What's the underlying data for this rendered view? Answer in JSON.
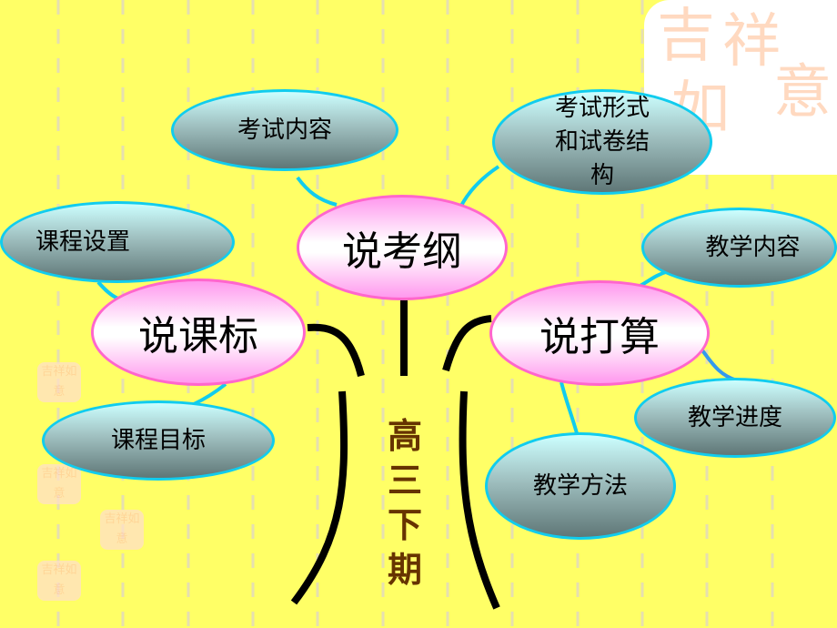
{
  "diagram": {
    "center": {
      "label_chars": [
        "高",
        "三",
        "下",
        "期"
      ],
      "color": "#663300"
    },
    "main_nodes": [
      {
        "id": "kaogang",
        "label": "说考纲"
      },
      {
        "id": "kebiao",
        "label": "说课标"
      },
      {
        "id": "dasuan",
        "label": "说打算"
      }
    ],
    "sub_nodes": [
      {
        "parent": "kaogang",
        "label": "考试内容"
      },
      {
        "parent": "kaogang",
        "label": "考试形式和试卷结构",
        "lines": [
          "考试形式",
          "和试卷结",
          "构"
        ]
      },
      {
        "parent": "kebiao",
        "label": "课程设置"
      },
      {
        "parent": "kebiao",
        "label": "课程目标"
      },
      {
        "parent": "dasuan",
        "label": "教学内容"
      },
      {
        "parent": "dasuan",
        "label": "教学进度"
      },
      {
        "parent": "dasuan",
        "label": "教学方法"
      }
    ],
    "decor": {
      "stamp_text": [
        "吉",
        "祥",
        "如",
        "意"
      ],
      "background": "#ffff66",
      "main_fill": "#ff99ee",
      "main_border": "#ff66cc",
      "sub_border": "#11ccee"
    }
  }
}
